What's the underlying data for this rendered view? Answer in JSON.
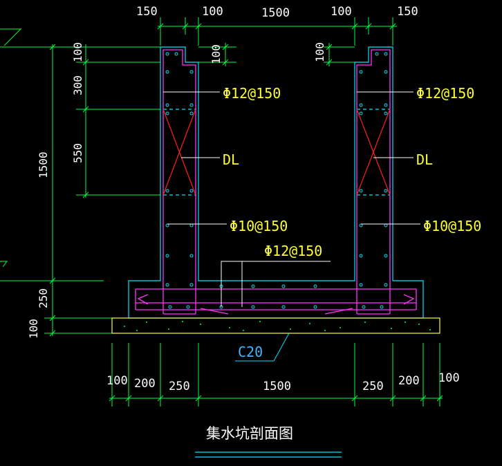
{
  "top_dims": [
    "150",
    "100",
    "1500",
    "100",
    "150"
  ],
  "left_dims": {
    "d100_top": "100",
    "d300": "300",
    "d550": "550",
    "d1500": "1500",
    "d250": "250",
    "d100_bottom": "100"
  },
  "inner_dims": {
    "left": "100",
    "right": "100"
  },
  "bottom_dims": [
    "100",
    "200",
    "250",
    "1500",
    "250",
    "200",
    "100"
  ],
  "labels": {
    "rebar_top_left": "Φ12@150",
    "rebar_top_right": "Φ12@150",
    "beam_left": "DL",
    "beam_right": "DL",
    "rebar_mid_left": "Φ10@150",
    "rebar_mid_right": "Φ10@150",
    "rebar_base": "Φ12@150",
    "concrete": "C20"
  },
  "title": "集水坑剖面图",
  "colors": {
    "background": "#000000",
    "dimension": "#00ff44",
    "outline": "#00e5ff",
    "rebar": "#ff33ff",
    "beam_cross": "#ff2222",
    "pad": "#ffff33",
    "text": "#ffffff",
    "label": "#ffff33"
  }
}
